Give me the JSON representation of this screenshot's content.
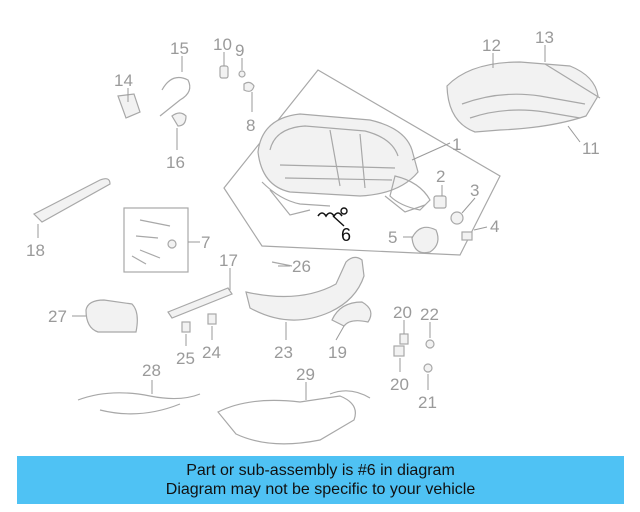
{
  "callouts": {
    "c1": "1",
    "c2": "2",
    "c3": "3",
    "c4": "4",
    "c5": "5",
    "c6": "6",
    "c7": "7",
    "c8": "8",
    "c9": "9",
    "c10": "10",
    "c11": "11",
    "c12": "12",
    "c13": "13",
    "c14": "14",
    "c15": "15",
    "c16": "16",
    "c17": "17",
    "c18": "18",
    "c19": "19",
    "c20a": "20",
    "c20b": "20",
    "c21": "21",
    "c22": "22",
    "c23": "23",
    "c24": "24",
    "c25": "25",
    "c26": "26",
    "c27": "27",
    "c28": "28",
    "c29": "29"
  },
  "highlighted_part": "6",
  "banner": {
    "line1": "Part or sub-assembly is #6 in diagram",
    "line2": "Diagram may not be specific to your vehicle",
    "color": "#4fc2f4"
  }
}
